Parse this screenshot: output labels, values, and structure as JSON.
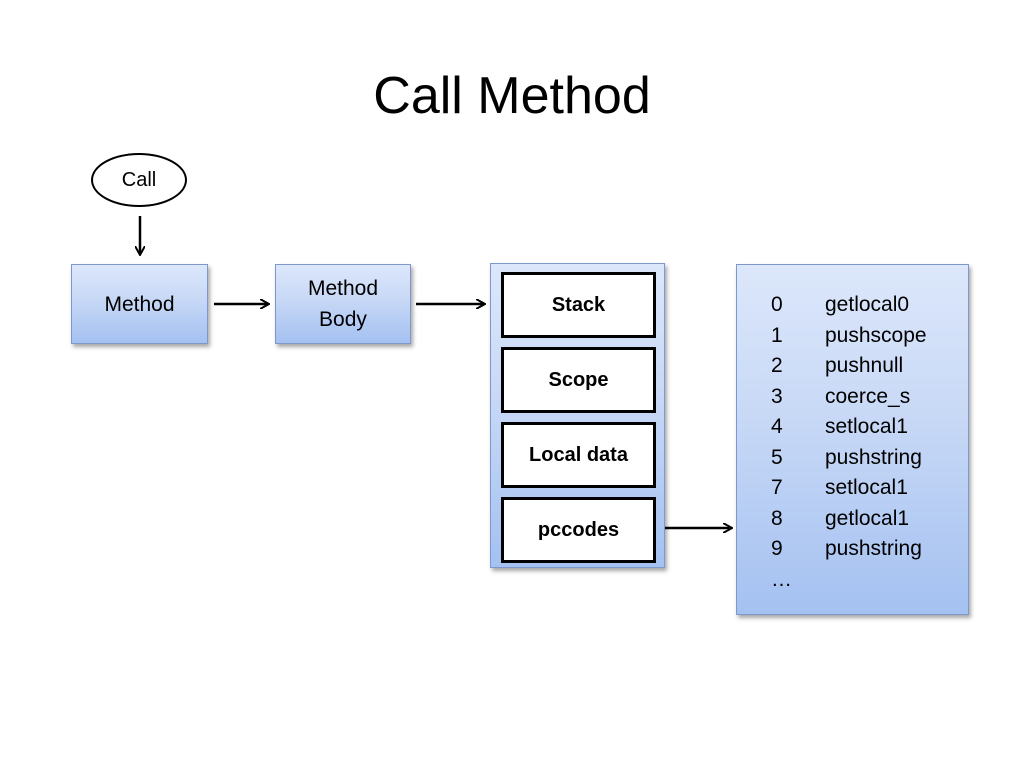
{
  "slide": {
    "title": "Call Method"
  },
  "nodes": {
    "call": "Call",
    "method": "Method",
    "method_body": "Method\nBody",
    "frame_cells": [
      "Stack",
      "Scope",
      "Local data",
      "pccodes"
    ]
  },
  "bytecode": {
    "rows": [
      {
        "offset": "0",
        "op": "getlocal0"
      },
      {
        "offset": "1",
        "op": "pushscope"
      },
      {
        "offset": "2",
        "op": "pushnull"
      },
      {
        "offset": "3",
        "op": "coerce_s"
      },
      {
        "offset": "4",
        "op": "setlocal1"
      },
      {
        "offset": "5",
        "op": "pushstring"
      },
      {
        "offset": "7",
        "op": "setlocal1"
      },
      {
        "offset": "8",
        "op": "getlocal1"
      },
      {
        "offset": "9",
        "op": "pushstring"
      }
    ],
    "more": "…"
  },
  "colors": {
    "box_fill_top": "#dce7fb",
    "box_fill_bottom": "#a4c1f1",
    "box_border": "#7d98c9"
  }
}
